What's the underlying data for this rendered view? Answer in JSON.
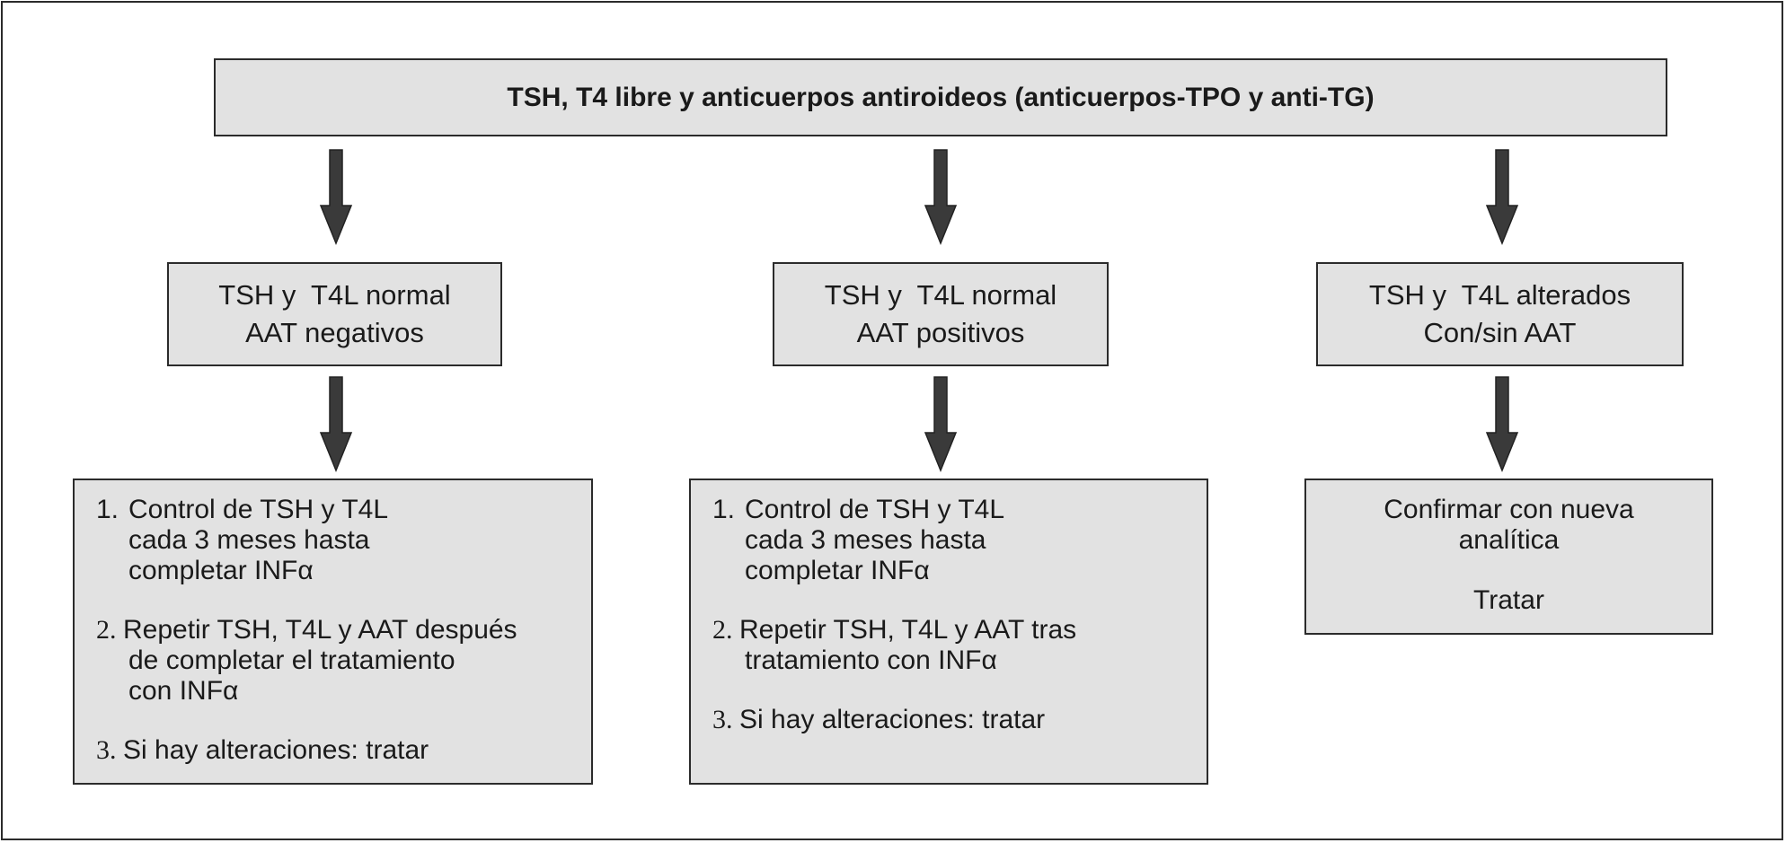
{
  "root": {
    "label": "TSH, T4 libre y anticuerpos antiroideos (anticuerpos-TPO y anti-TG)"
  },
  "branches": [
    {
      "condition": {
        "line1": "TSH y  T4L normal",
        "line2": "AAT negativos"
      },
      "actions": [
        {
          "num": "1.",
          "lines": [
            "Control de TSH y T4L",
            "cada 3 meses hasta",
            "completar INFα"
          ]
        },
        {
          "num": "2.",
          "lines": [
            "Repetir TSH, T4L y AAT después",
            "de completar el tratamiento",
            "con INFα"
          ]
        },
        {
          "num": "3.",
          "lines": [
            "Si hay alteraciones: tratar"
          ]
        }
      ]
    },
    {
      "condition": {
        "line1": "TSH y  T4L normal",
        "line2": "AAT positivos"
      },
      "actions": [
        {
          "num": "1.",
          "lines": [
            "Control de TSH y T4L",
            "cada 3 meses hasta",
            "completar INFα"
          ]
        },
        {
          "num": "2.",
          "lines": [
            "Repetir TSH, T4L y AAT tras",
            "tratamiento con INFα"
          ]
        },
        {
          "num": "3.",
          "lines": [
            "Si hay alteraciones: tratar"
          ]
        }
      ]
    },
    {
      "condition": {
        "line1": "TSH y  T4L alterados",
        "line2": "Con/sin AAT"
      },
      "outcome": {
        "line1": "Confirmar con nueva",
        "line2": "analítica",
        "line3": "Tratar"
      }
    }
  ],
  "colors": {
    "box_fill": "#e2e2e2",
    "border": "#2b2b2b",
    "arrow": "#3a3a3a"
  }
}
